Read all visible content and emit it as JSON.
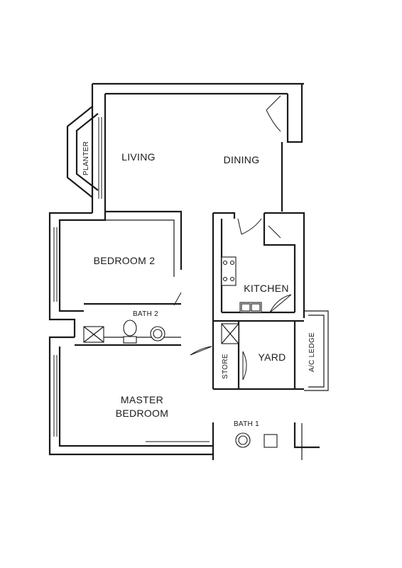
{
  "rooms": {
    "living": "LIVING",
    "dining": "DINING",
    "planter": "PLANTER",
    "bedroom2": "BEDROOM 2",
    "bath2": "BATH 2",
    "kitchen": "KITCHEN",
    "yard": "YARD",
    "store": "STORE",
    "ac_ledge": "A/C LEDGE",
    "master_bedroom": "MASTER\nBEDROOM",
    "bath1": "BATH 1"
  },
  "colors": {
    "ink": "#1a1a1a",
    "background": "#ffffff"
  }
}
